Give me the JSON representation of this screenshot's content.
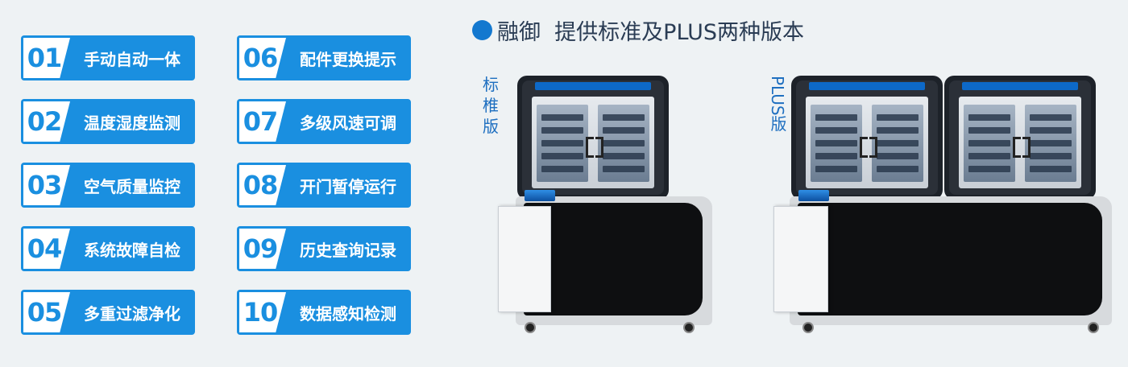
{
  "heading": {
    "brand": "融御",
    "text": "提供标准及PLUS两种版本"
  },
  "variants": {
    "standard_label": "标\n椎\n版",
    "plus_label": "PLUS版"
  },
  "features": [
    {
      "num": "01",
      "label": "手动自动一体"
    },
    {
      "num": "02",
      "label": "温度湿度监测"
    },
    {
      "num": "03",
      "label": "空气质量监控"
    },
    {
      "num": "04",
      "label": "系统故障自检"
    },
    {
      "num": "05",
      "label": "多重过滤净化"
    },
    {
      "num": "06",
      "label": "配件更换提示"
    },
    {
      "num": "07",
      "label": "多级风速可调"
    },
    {
      "num": "08",
      "label": "开门暂停运行"
    },
    {
      "num": "09",
      "label": "历史查询记录"
    },
    {
      "num": "10",
      "label": "数据感知检测"
    }
  ],
  "colors": {
    "accent": "#1a8fe0",
    "label": "#1e6fc0"
  }
}
